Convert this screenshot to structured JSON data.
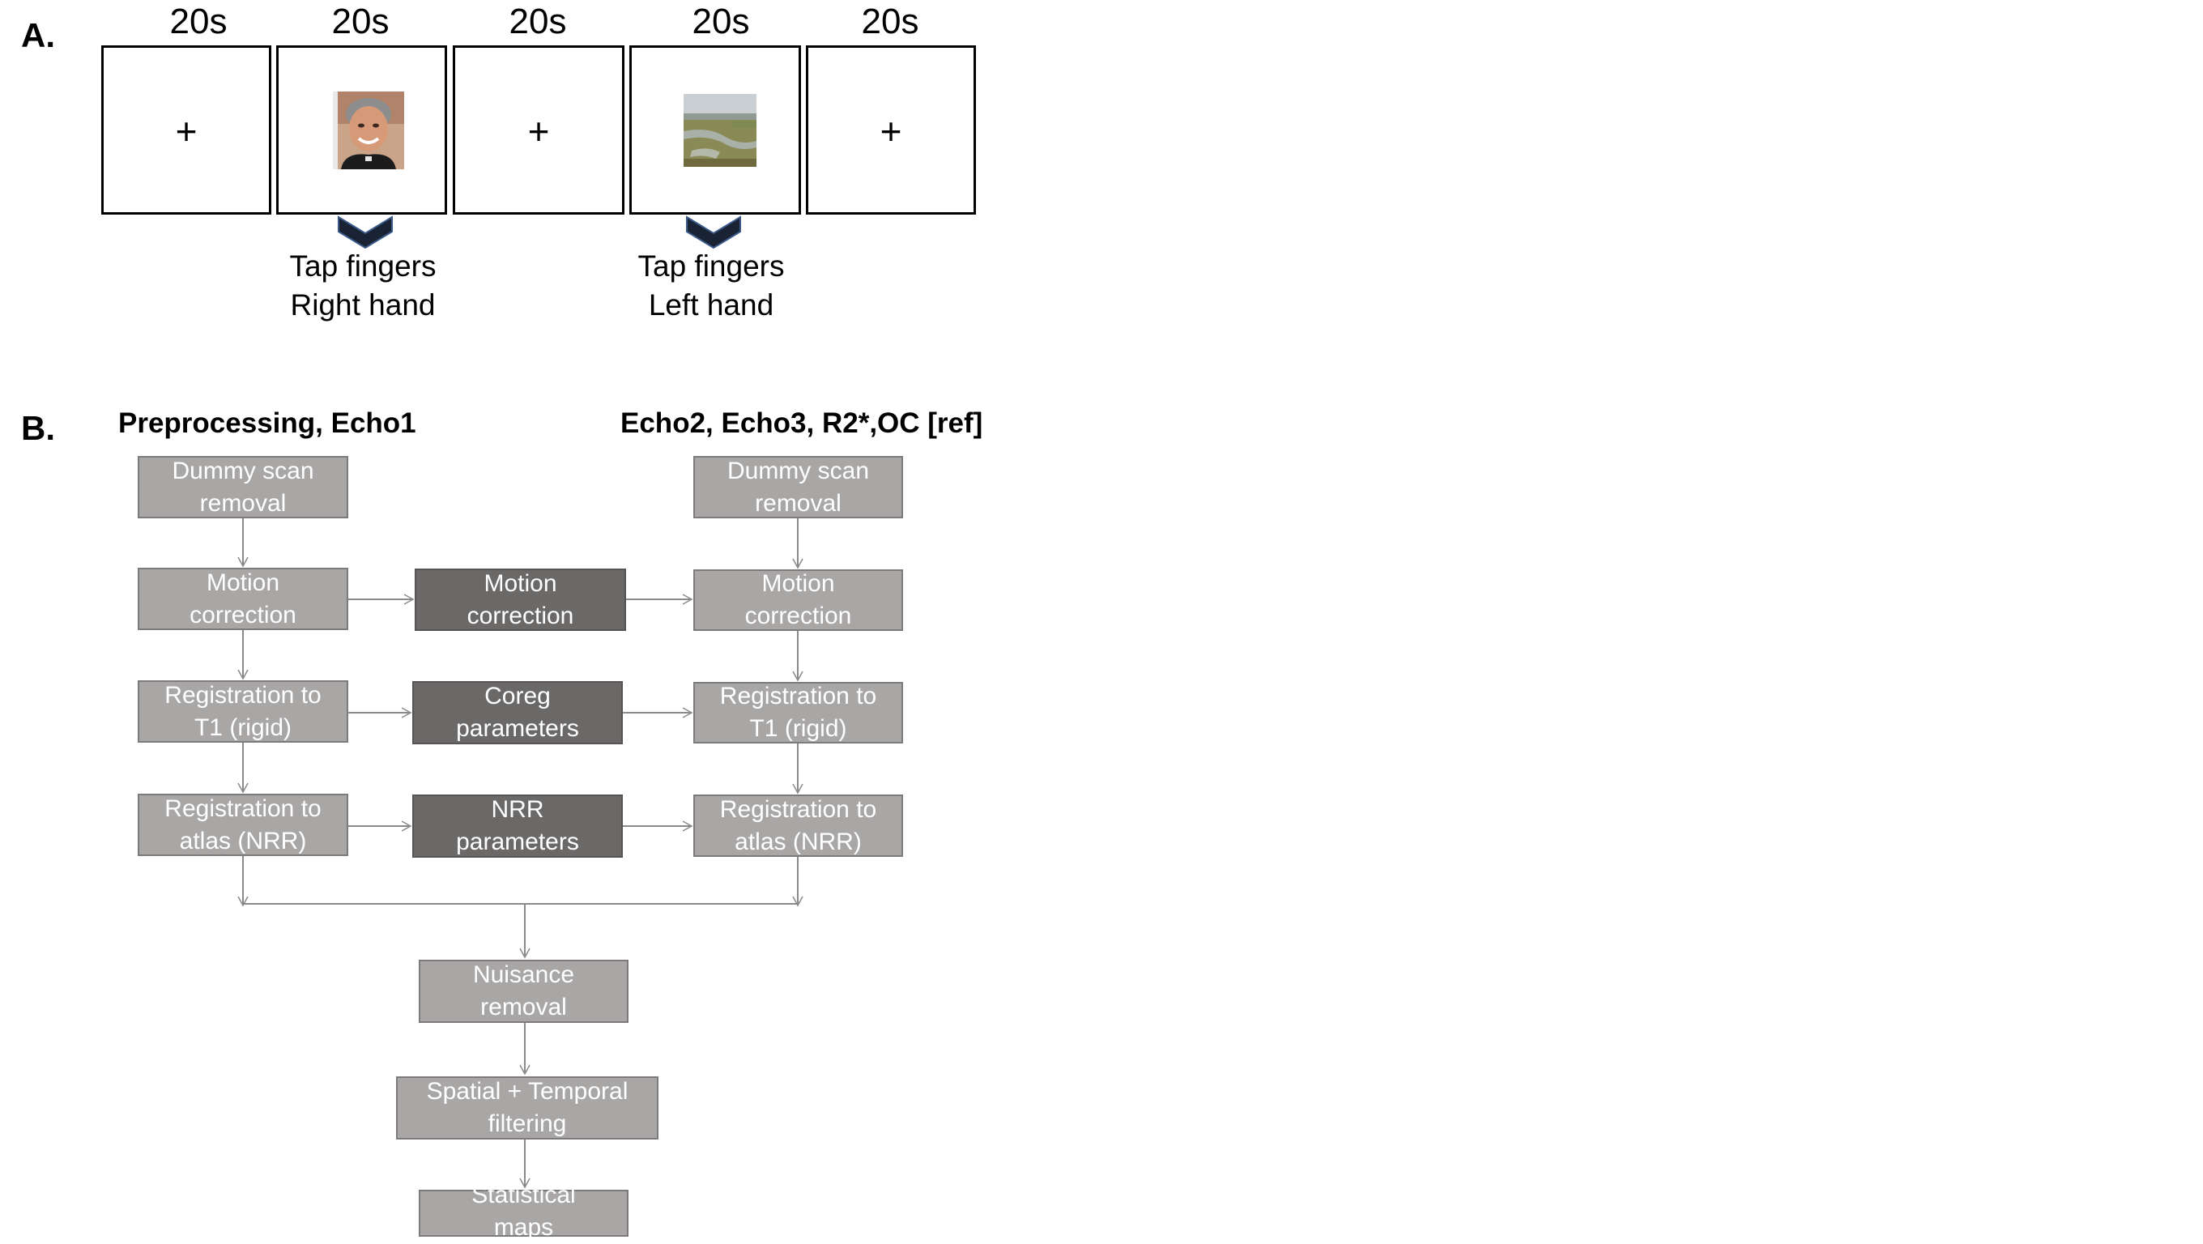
{
  "panel_a": {
    "label": "A.",
    "durations": [
      "20s",
      "20s",
      "20s",
      "20s",
      "20s"
    ],
    "fixation_symbol": "+",
    "frames": [
      {
        "type": "fixation"
      },
      {
        "type": "image",
        "image": "face-photo"
      },
      {
        "type": "fixation"
      },
      {
        "type": "image",
        "image": "landscape-photo"
      },
      {
        "type": "fixation"
      }
    ],
    "instructions": [
      {
        "line1": "Tap fingers",
        "line2": "Right hand"
      },
      {
        "line1": "Tap fingers",
        "line2": "Left hand"
      }
    ],
    "marker_icon": "chevron-down-icon",
    "marker_color": "#1a2333"
  },
  "panel_b": {
    "label": "B.",
    "left_title": "Preprocessing, Echo1",
    "right_title": "Echo2, Echo3, R2*,OC [ref]",
    "left_column": [
      {
        "l1": "Dummy scan",
        "l2": "removal"
      },
      {
        "l1": "Motion",
        "l2": "correction"
      },
      {
        "l1": "Registration to",
        "l2": "T1 (rigid)"
      },
      {
        "l1": "Registration to",
        "l2": "atlas (NRR)"
      }
    ],
    "middle_column": [
      {
        "l1": "Motion",
        "l2": "correction"
      },
      {
        "l1": "Coreg",
        "l2": "parameters"
      },
      {
        "l1": "NRR",
        "l2": "parameters"
      }
    ],
    "right_column": [
      {
        "l1": "Dummy scan",
        "l2": "removal"
      },
      {
        "l1": "Motion",
        "l2": "correction"
      },
      {
        "l1": "Registration to",
        "l2": "T1 (rigid)"
      },
      {
        "l1": "Registration to",
        "l2": "atlas (NRR)"
      }
    ],
    "bottom_chain": [
      {
        "l1": "Nuisance",
        "l2": "removal"
      },
      {
        "l1": "Spatial + Temporal",
        "l2": "filtering"
      },
      {
        "l1": "Statistical",
        "l2": "maps"
      }
    ],
    "colors": {
      "light_box": "#a9a6a6",
      "dark_box": "#6b6868",
      "arrow": "#8a8a8a"
    }
  }
}
